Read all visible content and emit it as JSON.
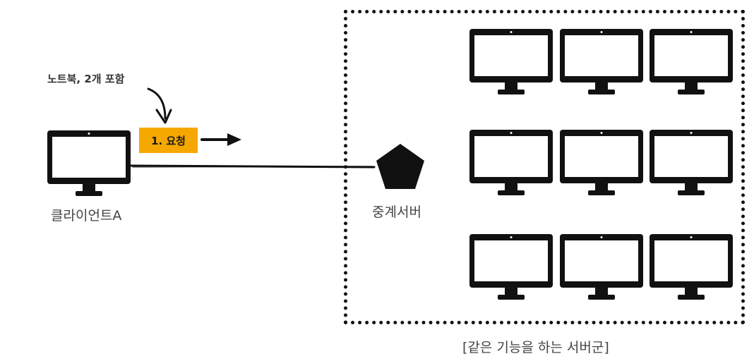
{
  "client": {
    "label": "클라이언트A",
    "icon": "monitor-icon"
  },
  "annotation": {
    "text": "노트북, 2개 포함"
  },
  "request": {
    "label": "1. 요청",
    "color": "#f5a800"
  },
  "relay": {
    "label": "중계서버",
    "icon": "pentagon-icon"
  },
  "server_group": {
    "label": "[같은 기능을 하는 서버군]",
    "servers": [
      {
        "icon": "monitor-icon"
      },
      {
        "icon": "monitor-icon"
      },
      {
        "icon": "monitor-icon"
      },
      {
        "icon": "monitor-icon"
      },
      {
        "icon": "monitor-icon"
      },
      {
        "icon": "monitor-icon"
      },
      {
        "icon": "monitor-icon"
      },
      {
        "icon": "monitor-icon"
      },
      {
        "icon": "monitor-icon"
      }
    ]
  }
}
